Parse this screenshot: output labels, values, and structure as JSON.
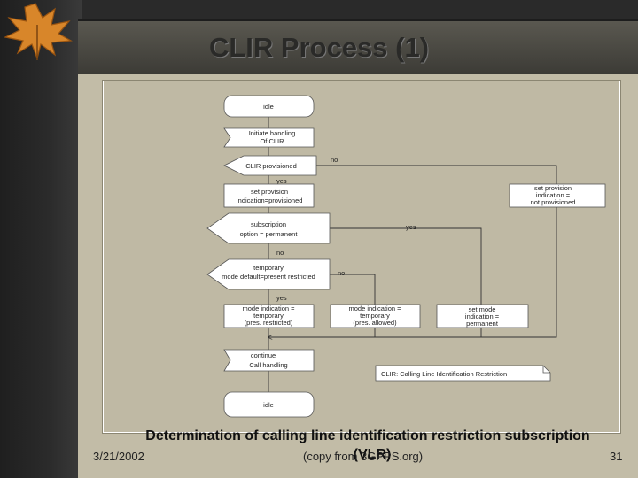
{
  "slide": {
    "title": "CLIR Process (1)",
    "caption": "Determination of calling line identification restriction subscription",
    "caption_tail": "(VLR)",
    "date": "3/21/2002",
    "copy": "(copy from 3GPPS.org)",
    "page": "31"
  },
  "flow": {
    "idle_top": "idle",
    "initiate_1": "Initiate handling",
    "initiate_2": "Of CLIR",
    "clir_prov": "CLIR provisioned",
    "no_1": "no",
    "yes_1": "yes",
    "set_prov_1": "set provision",
    "set_prov_2": "Indication=provisioned",
    "set_notprov_1": "set provision",
    "set_notprov_2": "indication =",
    "set_notprov_3": "not provisioned",
    "sub_opt_1": "subscription",
    "sub_opt_2": "option = permanent",
    "yes_2": "yes",
    "no_2": "no",
    "temp_1": "temporary",
    "temp_2": "mode default=present restricted",
    "no_3": "no",
    "yes_3": "yes",
    "mode_r_1": "mode indication =",
    "mode_r_2": "temporary",
    "mode_r_3": "(pres. restricted)",
    "mode_a_1": "mode indication =",
    "mode_a_2": "temporary",
    "mode_a_3": "(pres. allowed)",
    "mode_p_1": "set mode",
    "mode_p_2": "indication =",
    "mode_p_3": "permanent",
    "continue_1": "continue",
    "continue_2": "Call handling",
    "legend": "CLIR:   Calling Line Identification Restriction",
    "idle_bottom": "idle"
  }
}
